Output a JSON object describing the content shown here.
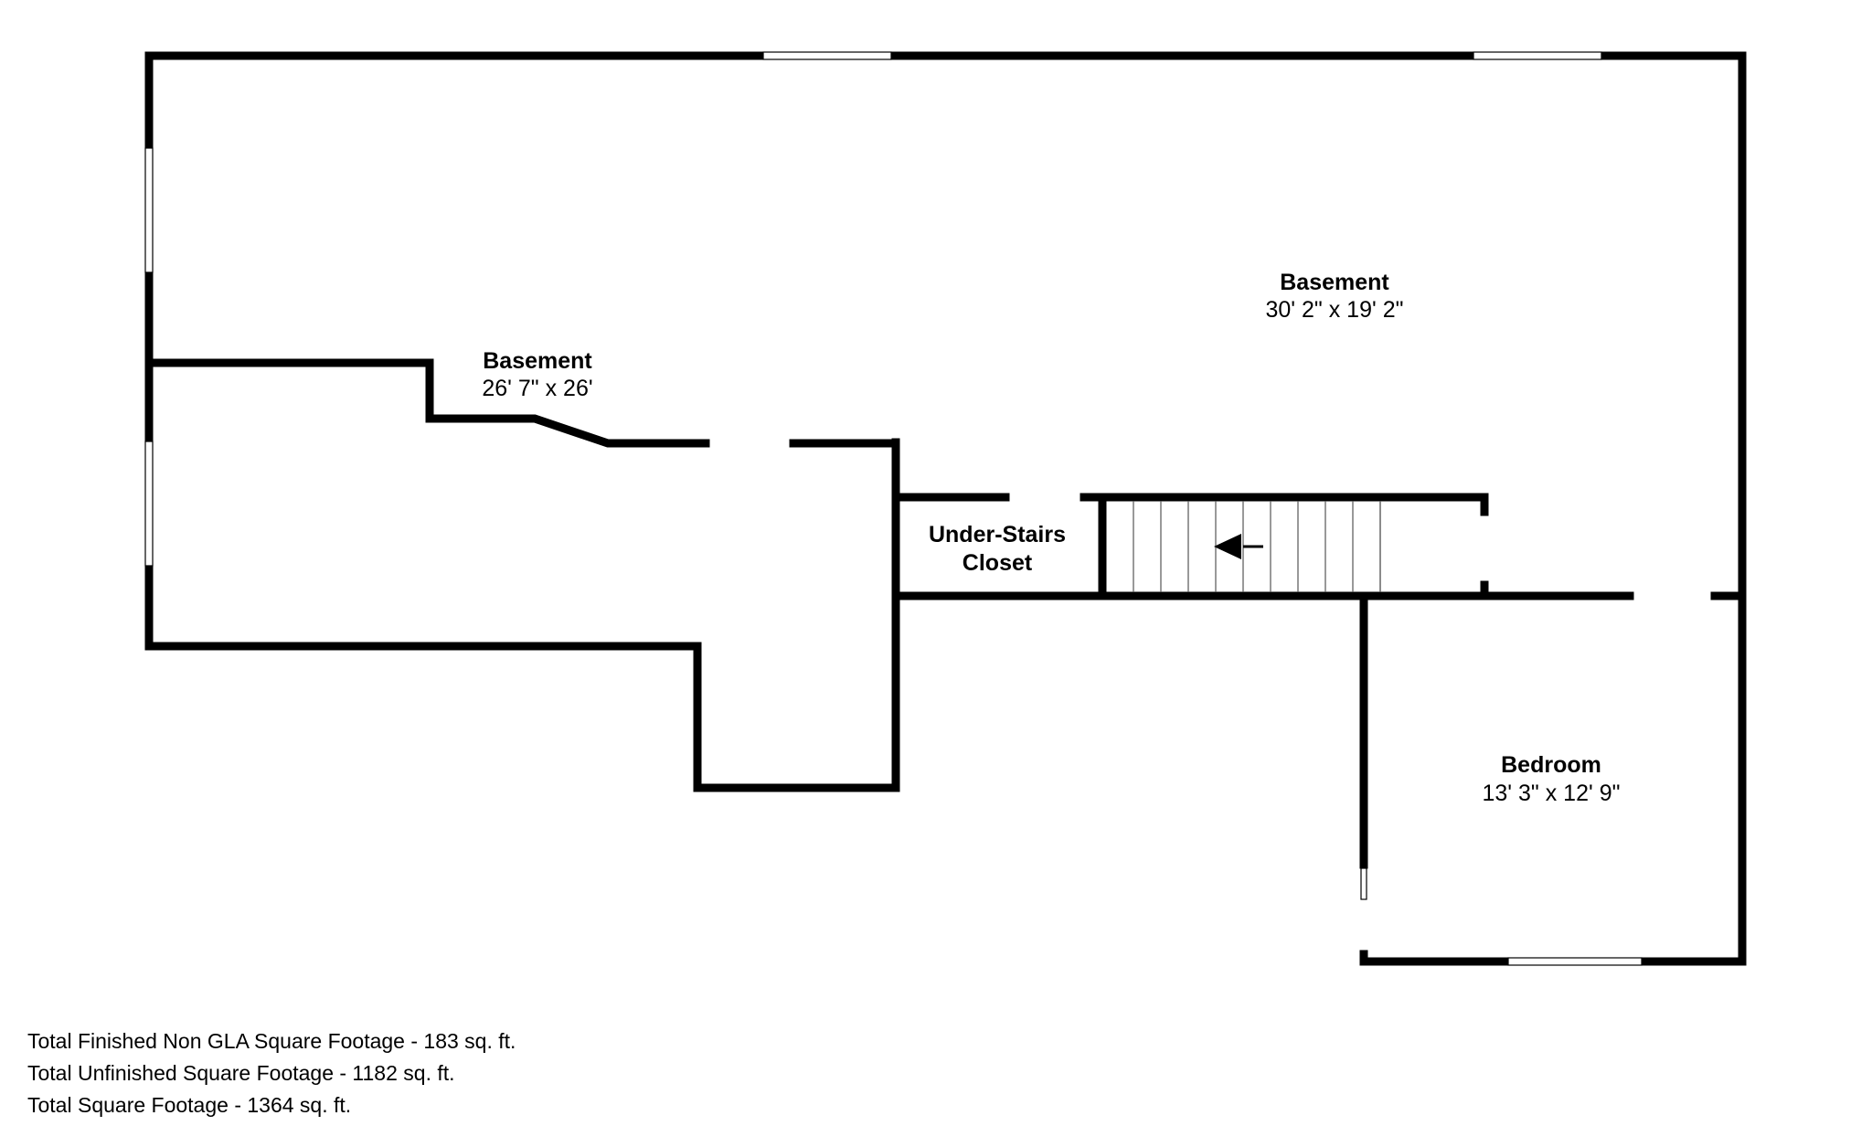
{
  "rooms": {
    "basement_main": {
      "name": "Basement",
      "dimensions": "30' 2\" x 19' 2\""
    },
    "basement_left": {
      "name": "Basement",
      "dimensions": "26' 7\" x 26'"
    },
    "closet": {
      "name_line1": "Under-Stairs",
      "name_line2": "Closet"
    },
    "bedroom": {
      "name": "Bedroom",
      "dimensions": "13' 3\" x 12' 9\""
    }
  },
  "footage": {
    "finished_non_gla": "Total Finished Non GLA Square Footage - 183 sq. ft.",
    "unfinished": "Total Unfinished Square Footage - 1182 sq. ft.",
    "total": "Total Square Footage - 1364 sq. ft."
  },
  "colors": {
    "wall": "#000000",
    "background": "#ffffff"
  },
  "icons": {
    "stair_direction": "arrow-left-icon"
  }
}
